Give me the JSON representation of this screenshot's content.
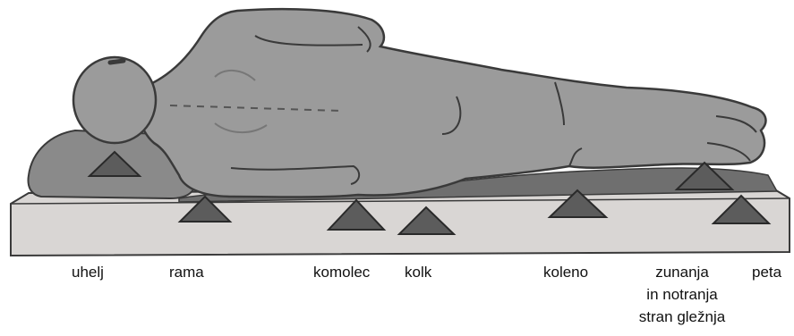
{
  "labels": {
    "ear": "uhelj",
    "shoulder": "rama",
    "elbow": "komolec",
    "hip": "kolk",
    "knee": "koleno",
    "ankle_line1": "zunanja",
    "ankle_line2": "in notranja",
    "ankle_line3": "stran gležnja",
    "heel": "peta"
  },
  "colors": {
    "body": "#9b9b9b",
    "outline": "#3a3a3a",
    "mattress_top": "#d9d6d4",
    "mattress_front": "#cfcbc9",
    "cover": "#6f6f6f",
    "pillow": "#8a8a8a",
    "marker": "#5c5c5c"
  }
}
